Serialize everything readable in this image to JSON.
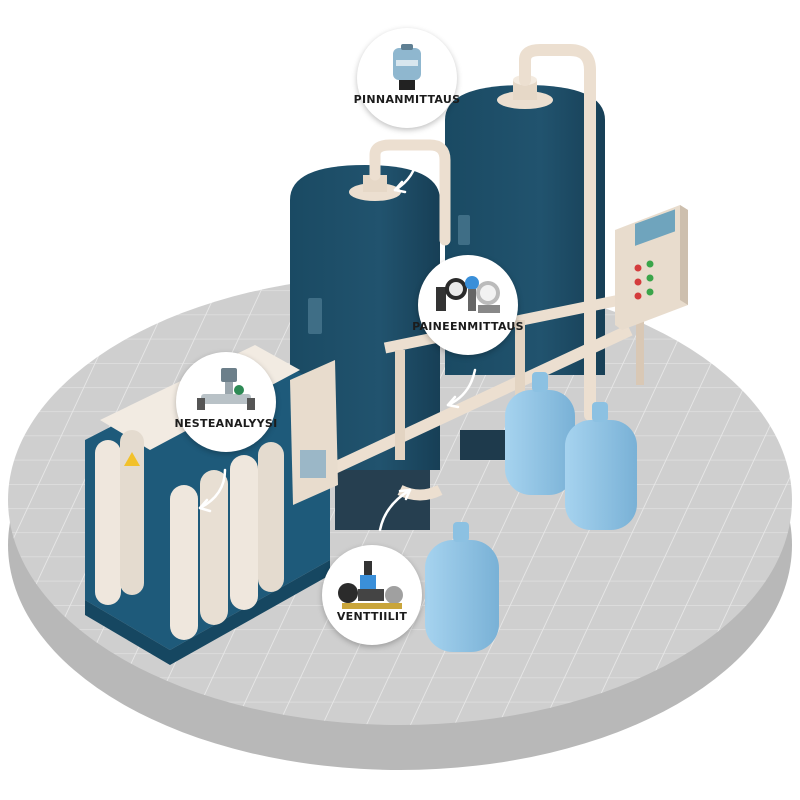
{
  "callouts": {
    "level": "PINNANMITTAUS",
    "pressure": "PAINEENMITTAUS",
    "analysis": "NESTEANALYYSI",
    "valves": "VENTTIILIT"
  },
  "icons": {
    "level": "level-transmitter-icon",
    "pressure": "pressure-gauges-icon",
    "analysis": "liquid-analyzer-icon",
    "valves": "valves-icon"
  },
  "colors": {
    "tank": "#1f4e67",
    "pipe": "#ecdfd0",
    "floor": "#c9c9c9",
    "bottle": "#8fc3e3",
    "accent": "#3a8fd9"
  }
}
